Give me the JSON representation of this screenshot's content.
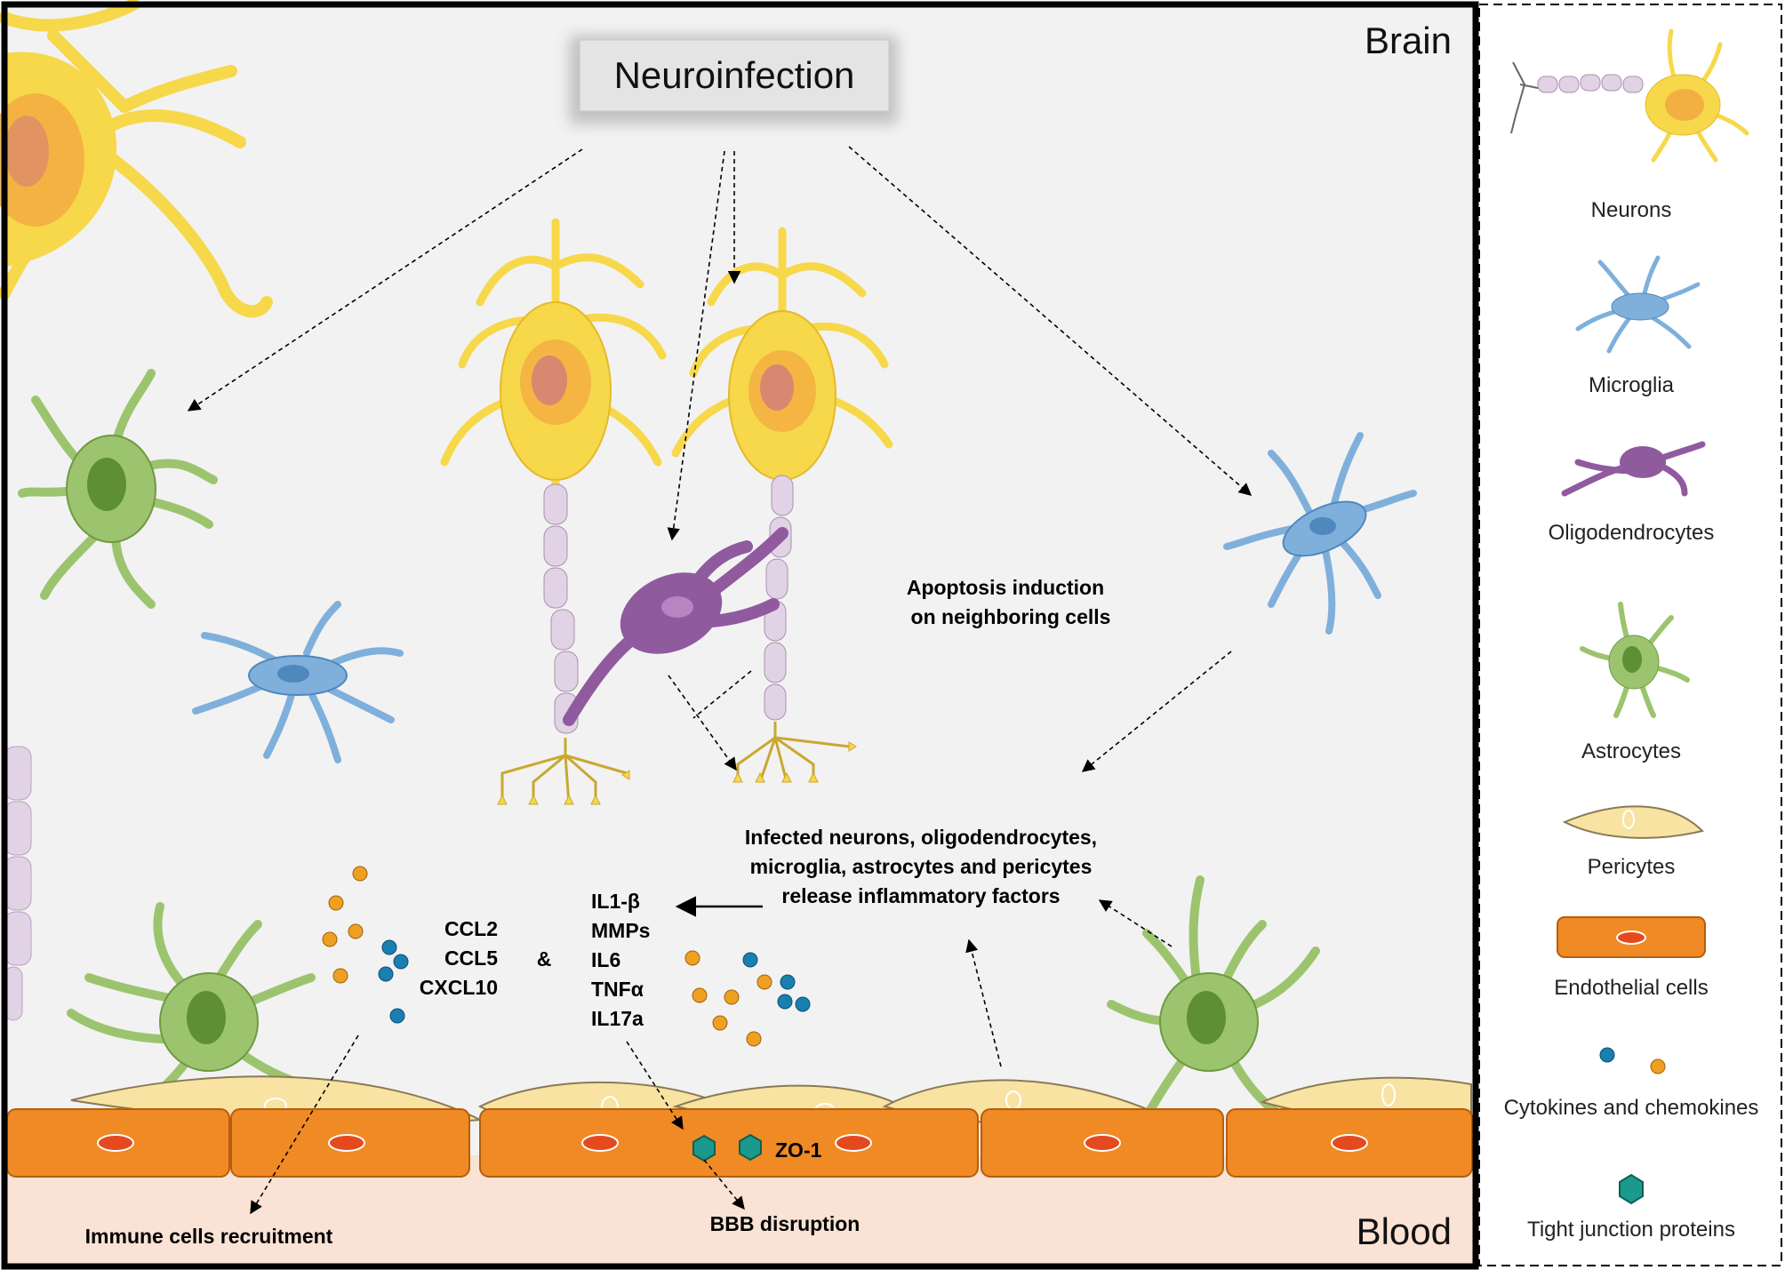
{
  "regions": {
    "top": "Brain",
    "bottom": "Blood"
  },
  "title": "Neuroinfection",
  "annotations": {
    "apoptosis_line1": "Apoptosis induction",
    "apoptosis_line2": "on neighboring cells",
    "release_line1": "Infected neurons, oligodendrocytes,",
    "release_line2": "microglia, astrocytes and pericytes",
    "release_line3": "release inflammatory factors",
    "immune": "Immune cells recruitment",
    "bbb": "BBB disruption",
    "zo1": "ZO-1",
    "ampersand": "&"
  },
  "chemokines": [
    "CCL2",
    "CCL5",
    "CXCL10"
  ],
  "cytokines": [
    "IL1-β",
    "MMPs",
    "IL6",
    "TNFα",
    "IL17a"
  ],
  "legend": [
    {
      "label": "Neurons",
      "icon": "neuron-icon"
    },
    {
      "label": "Microglia",
      "icon": "microglia-icon"
    },
    {
      "label": "Oligodendrocytes",
      "icon": "oligodendrocyte-icon"
    },
    {
      "label": "Astrocytes",
      "icon": "astrocyte-icon"
    },
    {
      "label": "Pericytes",
      "icon": "pericyte-icon"
    },
    {
      "label": "Endothelial cells",
      "icon": "endothelial-cell-icon"
    },
    {
      "label": "Cytokines and chemokines",
      "icon": "cytokine-dots-icon"
    },
    {
      "label": "Tight junction proteins",
      "icon": "tight-junction-icon"
    }
  ],
  "colors": {
    "neuron": "#f6d84a",
    "neuron_axon": "#e2d2e6",
    "microglia": "#7fb0dc",
    "oligodendrocyte": "#8f5a9e",
    "astrocyte": "#9cc46e",
    "pericyte": "#f8e3a3",
    "endothelial": "#f08a24",
    "cytokine_blue": "#1a7fb0",
    "cytokine_orange": "#f0a020",
    "tight_junction": "#1a9a8c",
    "blood": "#fae2d4",
    "brain": "#f2f2f2"
  }
}
